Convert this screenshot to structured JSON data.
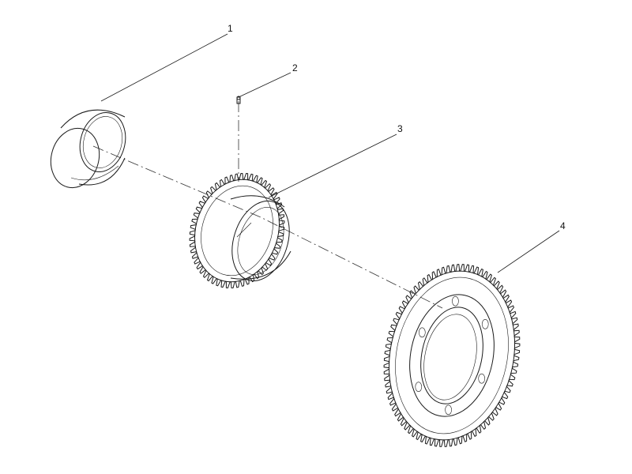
{
  "diagram": {
    "callouts": [
      {
        "id": "1",
        "label": "1"
      },
      {
        "id": "2",
        "label": "2"
      },
      {
        "id": "3",
        "label": "3"
      },
      {
        "id": "4",
        "label": "4"
      }
    ],
    "parts": [
      {
        "callout": "1",
        "name": "bushing"
      },
      {
        "callout": "2",
        "name": "pin"
      },
      {
        "callout": "3",
        "name": "small-gear"
      },
      {
        "callout": "4",
        "name": "large-gear"
      }
    ],
    "gear_teeth": {
      "small_gear": 56,
      "large_gear": 84
    }
  }
}
